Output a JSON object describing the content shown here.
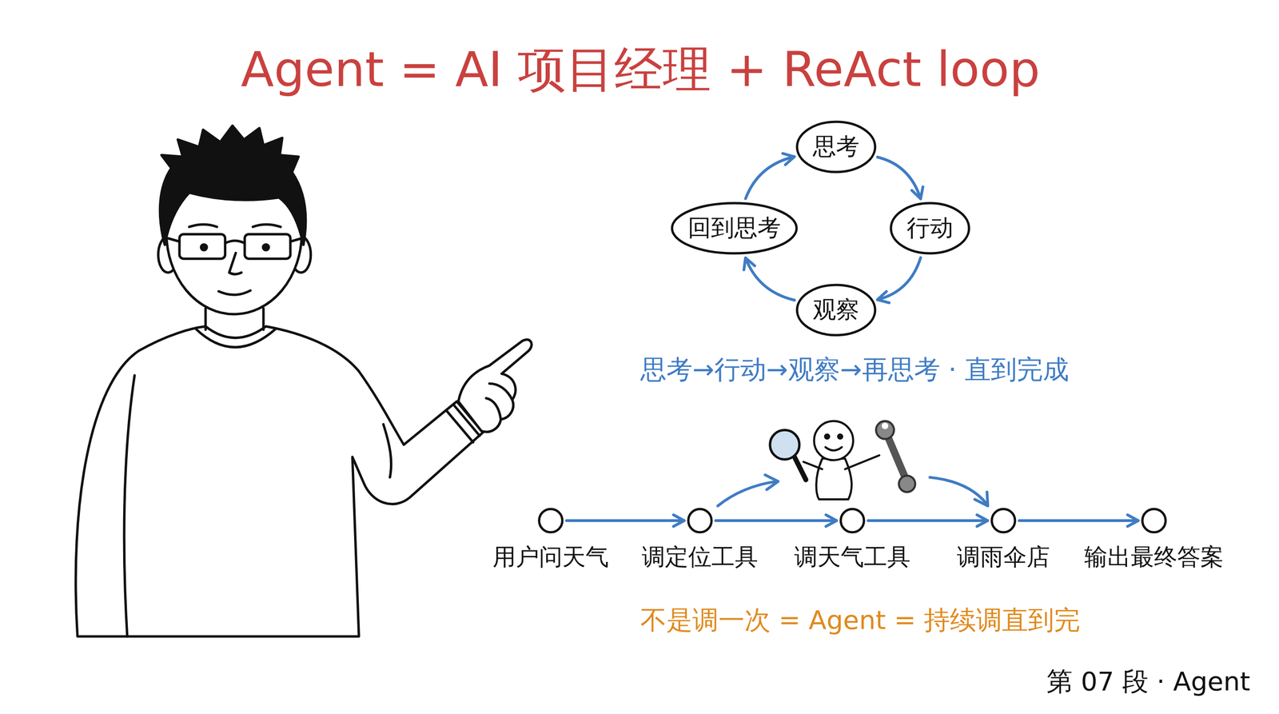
{
  "diagram": {
    "title": "Agent = AI 项目经理 + ReAct loop",
    "nodes": [
      {
        "text": [
          "思考"
        ]
      },
      {
        "text": [
          "回到思考"
        ]
      },
      {
        "text": [
          "行动"
        ]
      },
      {
        "text": [
          "观察"
        ]
      },
      {
        "text": [
          "用户问天气"
        ]
      },
      {
        "text": [
          "调定位工具"
        ]
      },
      {
        "text": [
          "调天气工具"
        ]
      },
      {
        "text": [
          "调雨伞店"
        ]
      },
      {
        "text": [
          "输出最终答案"
        ]
      }
    ],
    "edges": [
      {
        "from": 0,
        "to": 2,
        "arrow": "to"
      },
      {
        "from": 2,
        "to": 3,
        "arrow": "to"
      },
      {
        "from": 3,
        "to": 1,
        "arrow": "to"
      },
      {
        "from": 1,
        "to": 0,
        "arrow": "to"
      },
      {
        "from": 4,
        "to": 5,
        "arrow": "to"
      },
      {
        "from": 5,
        "to": 6,
        "arrow": "to"
      },
      {
        "from": 6,
        "to": 7,
        "arrow": "to"
      },
      {
        "from": 7,
        "to": 8,
        "arrow": "to"
      }
    ],
    "labels": [
      "思考→行动→观察→再思考 · 直到完成",
      "不是调一次 = Agent = 持续调直到完",
      "第 07 段 · Agent"
    ]
  }
}
